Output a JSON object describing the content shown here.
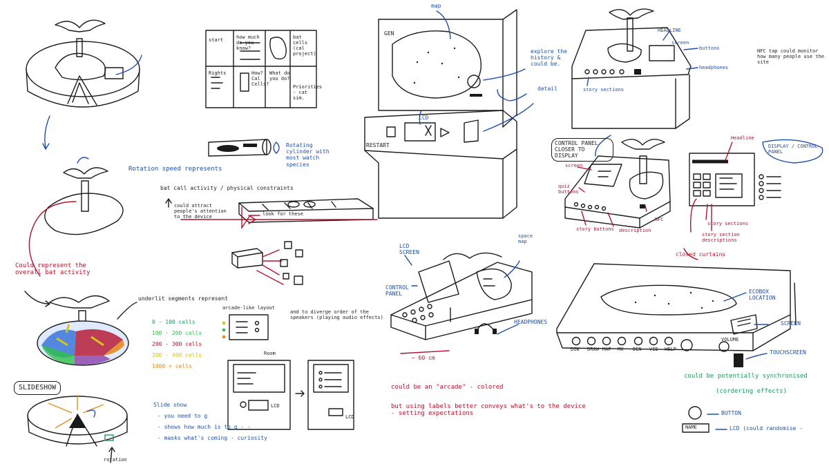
{
  "colors": {
    "ink": "#1a1a1a",
    "blue": "#1d4fa8",
    "red": "#b3122b",
    "green": "#1f9a5a",
    "orange": "#e88a1a",
    "yellow": "#d8c41a"
  },
  "sketch_top_left": {
    "annotation": "Could represent the overall bat activity"
  },
  "legend_segments": {
    "title": "underlit segments represent",
    "rows": [
      {
        "label": "0 - 100 cells",
        "color": "#1f9a5a"
      },
      {
        "label": "100 - 200 cells",
        "color": "#2fbf4a"
      },
      {
        "label": "200 - 300 cells",
        "color": "#b3122b"
      },
      {
        "label": "300 - 400 cells",
        "color": "#d8c41a"
      },
      {
        "label": "1000 + cells",
        "color": "#e88a1a"
      }
    ]
  },
  "slideshow": {
    "title": "SLIDESHOW",
    "notes": [
      "Slide show",
      "- you need to g",
      "- shows how much is to g - -",
      "- masks what's coming - curiosity"
    ],
    "rotation": "rotation"
  },
  "storyboard": {
    "cells": [
      {
        "text": "start"
      },
      {
        "text": "how much do you know?"
      },
      {
        "text": ""
      },
      {
        "text": "bat cells (cal project)"
      },
      {
        "text": "Rights"
      },
      {
        "text": "How? Cal Cells?"
      },
      {
        "text": "What do you do?"
      },
      {
        "text": "Priorities - cat sim."
      }
    ]
  },
  "cylinder": {
    "note": "Rotating cylinder with most watch species"
  },
  "rotation_speed": {
    "heading": "Rotation speed represents",
    "subheading": "bat call activity / physical constraints",
    "side_note": "could attract people's attention to the device",
    "arrow_label": "look for these"
  },
  "arcade": {
    "label_map": "map",
    "label_explore": "explore the history & could be.",
    "label_detail": "detail",
    "label_lcd": "LCD",
    "label_restart": "RESTART",
    "label_gen": "GEN"
  },
  "table_device": {
    "label_lcd": "LCD SCREEN",
    "label_control": "CONTROL PANEL",
    "label_space": "space map",
    "label_headphones": "HEADPHONES",
    "dimension": "~ 60 cm"
  },
  "arcade_note": {
    "line1": "could be an \"arcade\" - colored",
    "line2": "but using labels better conveys what's to the device - setting expectations"
  },
  "screen_flow": {
    "label_room": "Room",
    "label_lcd1": "LCD",
    "label_lcd2": "LCD",
    "small_note": "arcade-like layout",
    "small_note2": "and to diverge order of the speakers (playing audio effects)"
  },
  "kiosk_top_right": {
    "headline": "HEADLINE",
    "screen": "screen",
    "buttons": "buttons",
    "headphones": "headphones",
    "story_sections": "story sections",
    "nfc_note": "NFC tap could monitor how many people use the site"
  },
  "control_panel": {
    "title": "CONTROL PANEL CLOSER TO DISPLAY",
    "screen": "screen",
    "quiz_buttons": "quiz buttons",
    "story_buttons": "story buttons",
    "description": "description",
    "nfc": "NFC"
  },
  "front_panel": {
    "headline": "Headline",
    "bubble": "DISPLAY / CONTROL PANEL",
    "story_sections": "story sections",
    "story_descriptions": "story section descriptions",
    "closed_curtains": "closed curtains"
  },
  "big_table": {
    "ecobox": "ECOBOX LOCATION",
    "screen": "SCREEN",
    "touchscreen": "TOUCHSCREEN",
    "volume": "VOLUME",
    "buttons": [
      "DOW",
      "DRAW",
      "MAP",
      "MK",
      "DEN",
      "VIE",
      "HELP"
    ],
    "note_line1": "could be potentially synchronised",
    "note_line2": "(cordering effects)"
  },
  "key": {
    "button_label": "BUTTON",
    "lcd_box": "NAME",
    "lcd_label": "LCD (could randomise -"
  }
}
